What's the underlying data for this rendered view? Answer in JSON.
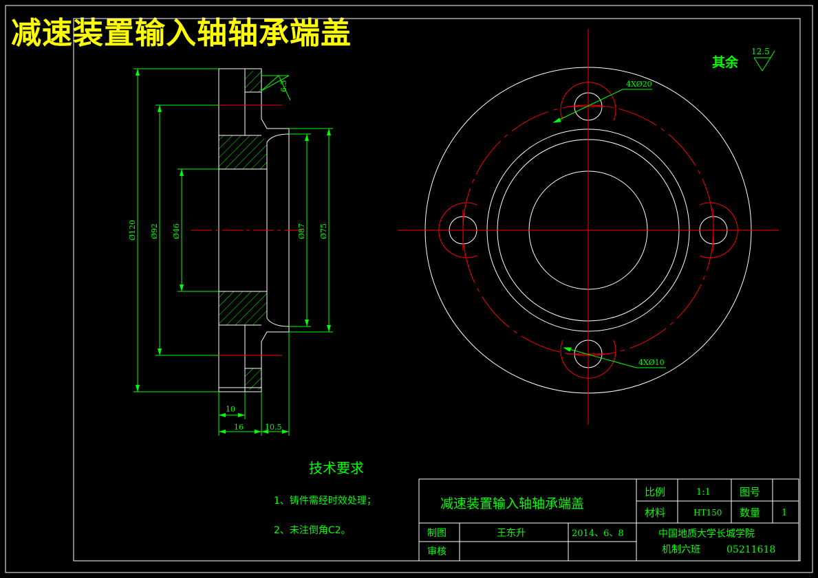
{
  "drawing_title": "减速装置输入轴轴承端盖",
  "surface_finish": {
    "note_label": "其余",
    "default_value": "12.5",
    "local_value": "6.3"
  },
  "section_view": {
    "diameters": [
      "Ø120",
      "Ø92",
      "Ø46",
      "Ø87",
      "Ø75"
    ],
    "lengths": [
      "10",
      "16",
      "10.5"
    ]
  },
  "front_view": {
    "callouts": [
      "4XØ20",
      "4XØ10"
    ]
  },
  "tech_requirements": {
    "heading": "技术要求",
    "items": [
      "1、铸件需经时效处理；",
      "2、未注倒角C2。"
    ]
  },
  "title_block": {
    "part_name": "减速装置输入轴轴承端盖",
    "scale_label": "比例",
    "scale_value": "1:1",
    "drawing_no_label": "图号",
    "drawing_no_value": "",
    "material_label": "材料",
    "material_value": "HT150",
    "quantity_label": "数量",
    "quantity_value": "1",
    "drawn_label": "制图",
    "drawn_by": "王东升",
    "date": "2014、6、8",
    "checked_label": "审核",
    "checked_by": "",
    "school": "中国地质大学长城学院",
    "class_info": "机制六班",
    "student_id": "05211618"
  },
  "colors": {
    "frame": "#ffffff",
    "outline": "#ffffff",
    "dimension": "#00ff00",
    "centerline": "#ff0000",
    "hatch": "#00ff00",
    "title": "#ffff00"
  }
}
